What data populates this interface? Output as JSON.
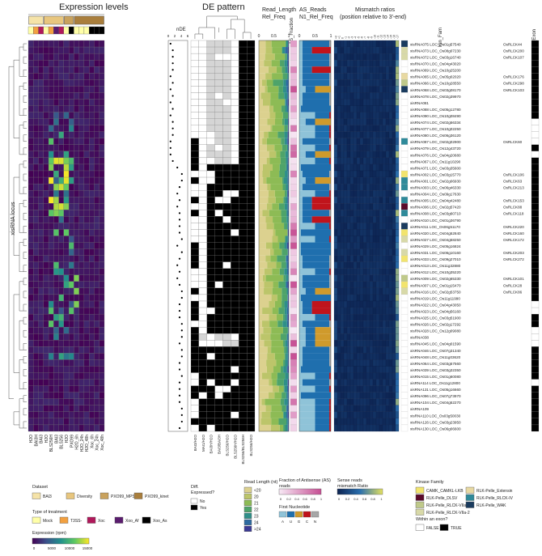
{
  "panels": {
    "expression": "Expression levels",
    "de": "DE pattern",
    "read_length": "Read_Length\nRel_Freq",
    "as_fraction": "AS_Fraction",
    "as_reads": "AS_Reads\nN1_Rel_Freq",
    "mismatch": "Mismatch ratios\n(position relative to 3'-end)",
    "kin_fam": "Kin_Fam",
    "in_exon": "In_Exon",
    "y_axis": "xisRNA locus",
    "nde": "nDE"
  },
  "expression_columns": [
    "H2O",
    "BAI3H",
    "BAI3",
    "H2O",
    "BLS256H",
    "BAI3",
    "BLS256",
    "H2O",
    "PXO99",
    "H2O_6h",
    "H2O_24h",
    "H2O_48h",
    "Xoc_6h",
    "Xoc_24h",
    "Xoc_48h"
  ],
  "de_columns": [
    "BAI3/H2O",
    "MAI1/H2O",
    "BAI3H/H2O",
    "BAI3/BAI3H",
    "BLS256/H2O",
    "BLS256H/H2O",
    "BLS256/BLS256H",
    "BLS256/H2O"
  ],
  "read_length_ticks": [
    "0",
    "0.5",
    "1"
  ],
  "as_reads_ticks": [
    "0",
    "0.5",
    "1"
  ],
  "nde_ticks": [
    "0",
    "2",
    "4",
    "6"
  ],
  "mismatch_positions": [
    "+2",
    "+1",
    "0",
    "-1",
    "-2",
    "-3",
    "-4",
    "-5",
    "-6",
    "-7",
    "-8",
    "-9",
    "-10",
    "-11",
    "-12",
    "-13",
    "-14",
    "-15",
    "-16",
    "-17"
  ],
  "loci": [
    [
      "xisRNA075",
      "LOC_Os01g57540",
      "OsRLCK44"
    ],
    [
      "xisRNA073",
      "LOC_Os08g07230",
      "OsRLCK200"
    ],
    [
      "xisRNA072",
      "LOC_Os03g16740",
      "OsRLCK107"
    ],
    [
      "xisRNA070",
      "LOC_Os04g43020",
      ""
    ],
    [
      "xisRNA069",
      "LOC_Os10g25200",
      ""
    ],
    [
      "xisRNA065",
      "LOC_Os05g02020",
      "OsRLCK176"
    ],
    [
      "xisRNA066",
      "LOC_Os10g28550",
      "OsRLCK298"
    ],
    [
      "xisRNA068",
      "LOC_Os03g08170",
      "OsRLCK103"
    ],
    [
      "xisRNA078",
      "LOC_Os02g39970",
      ""
    ],
    [
      "xisRNA081",
      "",
      ""
    ],
    [
      "xisRNA088",
      "LOC_Os05g12780",
      ""
    ],
    [
      "xisRNA090",
      "LOC_Os10g08490",
      ""
    ],
    [
      "xisRNA074",
      "LOC_Os02g56334",
      ""
    ],
    [
      "xisRNA077",
      "LOC_Os10g02250",
      ""
    ],
    [
      "xisRNA080",
      "LOC_Os06g36120",
      ""
    ],
    [
      "xisRNA087",
      "LOC_Os02g02900",
      "OsRLCK60"
    ],
    [
      "xisRNA079",
      "LOC_Os12g43720",
      ""
    ],
    [
      "xisRNA076",
      "LOC_Os04g20680",
      ""
    ],
    [
      "xisRNA067",
      "LOC_Os11g10290",
      ""
    ],
    [
      "xisRNA071",
      "LOC_Os03g35600",
      ""
    ],
    [
      "xisRNA002",
      "LOC_Os03g15770",
      "OsRLCK106"
    ],
    [
      "xisRNA001",
      "LOC_Os02g06930",
      "OsRLCK63"
    ],
    [
      "xisRNA003",
      "LOC_Os06g46330",
      "OsRLCK213"
    ],
    [
      "xisRNA004",
      "LOC_Os09g17630",
      ""
    ],
    [
      "xisRNA005",
      "LOC_Os04g42480",
      "OsRLCK153"
    ],
    [
      "xisRNA006",
      "LOC_Os02g57420",
      "OsRLCK88"
    ],
    [
      "xisRNA008",
      "LOC_Os03g60710",
      "OsRLCK118"
    ],
    [
      "xisRNA010",
      "LOC_Os01g36790",
      ""
    ],
    [
      "xisRNA011",
      "LOC_Os06g51170",
      "OsRLCK220"
    ],
    [
      "xisRNA020",
      "LOC_Os04g52840",
      "OsRLCK160"
    ],
    [
      "xisRNA027",
      "LOC_Os04g58250",
      "OsRLCK172"
    ],
    [
      "xisRNA029",
      "LOC_Os05g16824",
      ""
    ],
    [
      "xisRNA031",
      "LOC_Os06g10160",
      "OsRLCK203"
    ],
    [
      "xisRNA033",
      "LOC_Os09g27010",
      "OsRLCK272"
    ],
    [
      "xisRNA013",
      "LOC_Os11g32880",
      ""
    ],
    [
      "xisRNA012",
      "LOC_Os10g35220",
      ""
    ],
    [
      "xisRNA009",
      "LOC_Os02g65330",
      "OsRLCK101"
    ],
    [
      "xisRNA007",
      "LOC_Os01g15470",
      "OsRLCK28"
    ],
    [
      "xisRNA016",
      "LOC_Os02g53750",
      "OsRLCK86"
    ],
    [
      "xisRNA019",
      "LOC_Os11g11990",
      ""
    ],
    [
      "xisRNA022",
      "LOC_Os04g43050",
      ""
    ],
    [
      "xisRNA023",
      "LOC_Os04g56160",
      ""
    ],
    [
      "xisRNA025",
      "LOC_Os03g51900",
      ""
    ],
    [
      "xisRNA026",
      "LOC_Os02g17292",
      ""
    ],
    [
      "xisRNA028",
      "LOC_Os12g09080",
      ""
    ],
    [
      "xisRNA038",
      "",
      ""
    ],
    [
      "xisRNA045",
      "LOC_Os04g01590",
      ""
    ],
    [
      "xisRNA046",
      "LOC_Os07g31340",
      ""
    ],
    [
      "xisRNA048",
      "LOC_Os11g03620",
      ""
    ],
    [
      "xisRNA064",
      "LOC_Os03g57560",
      ""
    ],
    [
      "xisRNA039",
      "LOC_Os03g32350",
      ""
    ],
    [
      "xisRNA015",
      "LOC_Os01g60080",
      ""
    ],
    [
      "xisRNA114",
      "LOC_Os11g12800",
      ""
    ],
    [
      "xisRNA131",
      "LOC_Os05g16660",
      ""
    ],
    [
      "xisRNA096",
      "LOC_Os07g73970",
      ""
    ],
    [
      "xisRNA104",
      "LOC_Os04g52270",
      ""
    ],
    [
      "xisRNA109",
      "",
      ""
    ],
    [
      "xisRNA110",
      "LOC_Os03g50030",
      ""
    ],
    [
      "xisRNA126",
      "LOC_Os03g23950",
      ""
    ],
    [
      "xisRNA130",
      "LOC_Os06g06600",
      ""
    ]
  ],
  "legends": {
    "dataset": {
      "title": "Dataset",
      "items": [
        {
          "label": "BAI3",
          "color": "#f5e3a8"
        },
        {
          "label": "Diversity",
          "color": "#e8c67e"
        },
        {
          "label": "PXO99_MPSS",
          "color": "#c9a25d"
        },
        {
          "label": "PXO99_kinet",
          "color": "#a97e3c"
        }
      ]
    },
    "treatment": {
      "title": "Type of treatment",
      "items": [
        {
          "label": "Mock",
          "color": "#ffffa8"
        },
        {
          "label": "T3SS-",
          "color": "#f2a040"
        },
        {
          "label": "Xoc",
          "color": "#b0185a"
        },
        {
          "label": "Xoo_Af",
          "color": "#5a1c6e"
        },
        {
          "label": "Xoo_As",
          "color": "#000000"
        }
      ]
    },
    "expression": {
      "title": "Expression (rpm)",
      "ticks": [
        "0",
        "5000",
        "10000",
        "15000"
      ]
    },
    "diff": {
      "title": "Diff.\nExpressed?",
      "items": [
        {
          "label": "No",
          "color": "#ffffff"
        },
        {
          "label": "Yes",
          "color": "#000000"
        }
      ]
    },
    "read_length": {
      "title": "Read Length (nt)",
      "items": [
        {
          "label": "<20",
          "color": "#dcd18f"
        },
        {
          "label": "20",
          "color": "#bcc56a"
        },
        {
          "label": "21",
          "color": "#8dbb55"
        },
        {
          "label": "22",
          "color": "#4ea36a"
        },
        {
          "label": "23",
          "color": "#2f8f89"
        },
        {
          "label": "24",
          "color": "#2d6aa0"
        },
        {
          "label": ">24",
          "color": "#3b3a95"
        }
      ]
    },
    "as_fraction": {
      "title": "Fraction of Antisense (AS)\nreads",
      "ticks": [
        "0",
        "0.2",
        "0.4",
        "0.6",
        "0.8",
        "1"
      ]
    },
    "first_nt": {
      "title": "First Nucleotide",
      "items": [
        {
          "label": "A",
          "color": "#8fc3d8"
        },
        {
          "label": "U",
          "color": "#1f6fae"
        },
        {
          "label": "G",
          "color": "#cf9a2c"
        },
        {
          "label": "C",
          "color": "#c0141c"
        },
        {
          "label": "N",
          "color": "#a7a7a7"
        }
      ]
    },
    "mismatch": {
      "title": "Sense reads\nmismatch Ratio",
      "ticks": [
        "0",
        "0.2",
        "0.4",
        "0.6",
        "0.8",
        "1"
      ]
    },
    "kinase": {
      "title": "Kinase Family",
      "items": [
        {
          "label": "CAMK_CAMKL-LKB",
          "color": "#f2e46e"
        },
        {
          "label": "RLK-Pelle_Extensin",
          "color": "#e8d9a2"
        },
        {
          "label": "RLK-Pelle_DLSV",
          "color": "#5a0a2a"
        },
        {
          "label": "RLK-Pelle_RLCK-IV",
          "color": "#2f8a9a"
        },
        {
          "label": "RLK-Pelle_RLCK-VIIa-1",
          "color": "#bfc98a"
        },
        {
          "label": "RLK-Pelle_WAK",
          "color": "#1a3b5e"
        },
        {
          "label": "RLK-Pelle_RLCK-VIIa-2",
          "color": "#d8d9a8"
        }
      ]
    },
    "exon": {
      "title": "Within an exon?",
      "items": [
        {
          "label": "FALSE",
          "color": "#ffffff"
        },
        {
          "label": "TRUE",
          "color": "#000000"
        }
      ]
    }
  },
  "colors": {
    "expr_low": "#440154",
    "expr_mid": "#21918c",
    "expr_high": "#fde725",
    "as_low": "#f7e9f5",
    "as_high": "#c64f93",
    "mm_base": "#0c2250",
    "mm_high": "#e3e060",
    "de_grey": "#d5d5d5"
  }
}
